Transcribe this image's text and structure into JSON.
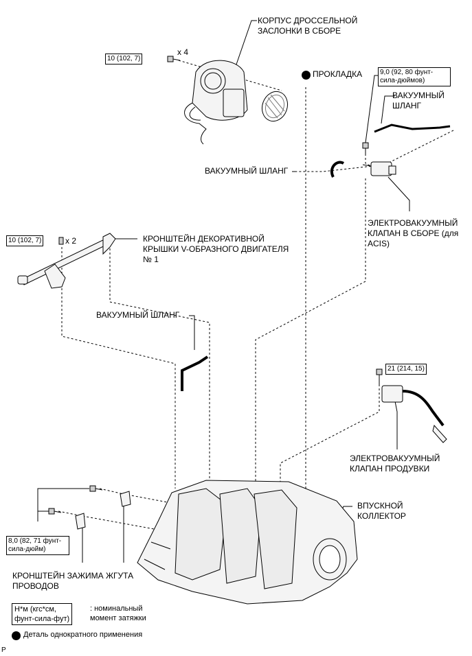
{
  "labels": {
    "throttle_body": "КОРПУС ДРОССЕЛЬНОЙ\nЗАСЛОНКИ В СБОРЕ",
    "gasket": "ПРОКЛАДКА",
    "vacuum_hose_top": "ВАКУУМНЫЙ\nШЛАНГ",
    "vacuum_hose_mid": "ВАКУУМНЫЙ ШЛАНГ",
    "vacuum_hose_lower": "ВАКУУМНЫЙ ШЛАНГ",
    "vsv_acis": "ЭЛЕКТРОВАКУУМНЫЙ\nКЛАПАН В СБОРЕ (для\nACIS)",
    "cover_bracket": "КРОНШТЕЙН ДЕКОРАТИВНОЙ\nКРЫШКИ V-ОБРАЗНОГО ДВИГАТЕЛЯ\n№ 1",
    "purge_vsv": "ЭЛЕКТРОВАКУУМНЫЙ\nКЛАПАН ПРОДУВКИ",
    "intake_manifold": "ВПУСКНОЙ\nКОЛЛЕКТОР",
    "harness_bracket": "КРОНШТЕЙН ЗАЖИМА ЖГУТА\nПРОВОДОВ"
  },
  "torques": {
    "throttle_bolts": "10 (102, 7)",
    "throttle_count": "x 4",
    "vsv_bolt": "9,0 (92, 80 фунт-\nсила-дюймов)",
    "bracket_bolts": "10 (102, 7)",
    "bracket_count": "x 2",
    "purge_bolt": "21 (214, 15)",
    "harness_bolts": "8,0 (82, 71 фунт-\nсила-дюйм)"
  },
  "legend": {
    "unit_box": "Н*м (кгс*см,\nфунт-сила-фут)",
    "unit_desc": ": номинальный\nмомент затяжки",
    "nonreusable": "Деталь однократного применения"
  },
  "footer_letter": "P",
  "colors": {
    "ink": "#000000",
    "paper": "#ffffff",
    "part_fill": "#f4f4f4",
    "shade": "#cfcfcf"
  }
}
